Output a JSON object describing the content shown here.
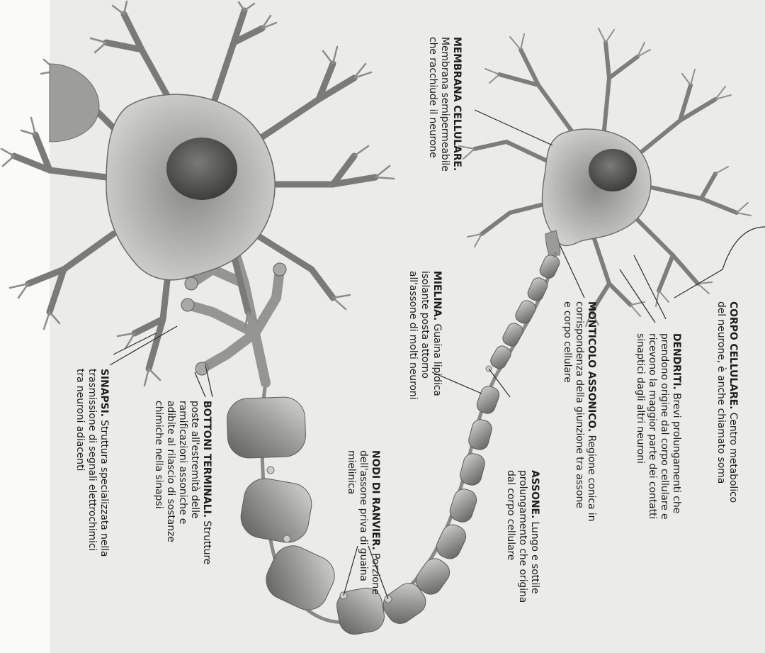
{
  "labels": {
    "corpo_cellulare": {
      "title": "CORPO CELLULARE.",
      "lines": [
        "Centro metabolico",
        "del neurone, è anche chiamato soma"
      ]
    },
    "dendriti": {
      "title": "DENDRITI.",
      "lines": [
        "Brevi prolungamenti che",
        "prendono origine dal corpo cellulare e",
        "ricevono la maggior parte dei contatti",
        "sinaptici dagli altri neuroni"
      ]
    },
    "monticolo_assonico": {
      "title": "MONTICOLO ASSONICO.",
      "lines": [
        "Regione conica in",
        "corrispondenza della giunzione tra assone",
        "e corpo cellulare"
      ]
    },
    "assone": {
      "title": "ASSONE.",
      "lines": [
        "Lungo e sottile",
        "prolungamento che origina",
        "dal corpo cellulare"
      ]
    },
    "membrana_cellulare": {
      "title": "MEMBRANA CELLULARE.",
      "lines": [
        "Membrana semipermeabile",
        "che racchiude il neurone"
      ]
    },
    "mielina": {
      "title": "MIELINA.",
      "lines": [
        "Guaina lipidica",
        "isolante posta attorno",
        "all'assone di molti neuroni"
      ]
    },
    "nodi_di_ranvier": {
      "title": "NODI DI RANVIER.",
      "lines": [
        "Porzione",
        "dell'assone priva di guaina",
        "mielinica"
      ]
    },
    "bottoni_terminali": {
      "title": "BOTTONI TERMINALI.",
      "lines": [
        "Strutture",
        "poste all'estremità delle",
        "ramificazioni assoniche e",
        "adibite al rilascio di sostanze",
        "chimiche nella sinapsi"
      ]
    },
    "sinapsi": {
      "title": "SINAPSI.",
      "lines": [
        "Struttura specializzata nella",
        "trasmissione di segnali elettrochimici",
        "tra neuroni adiacenti"
      ]
    }
  }
}
